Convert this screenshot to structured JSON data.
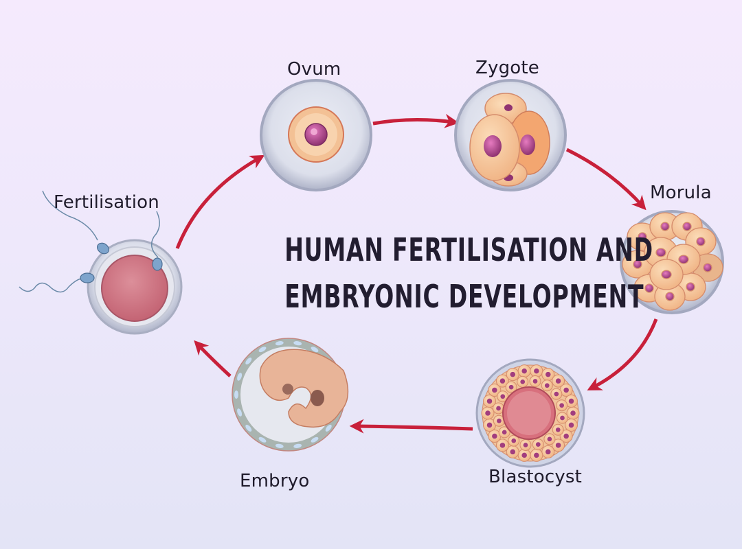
{
  "title": {
    "line1": "HUMAN FERTILISATION AND",
    "line2": "EMBRYONIC DEVELOPMENT"
  },
  "stages": [
    {
      "id": "fertilisation",
      "label": "Fertilisation"
    },
    {
      "id": "ovum",
      "label": "Ovum"
    },
    {
      "id": "zygote",
      "label": "Zygote"
    },
    {
      "id": "morula",
      "label": "Morula"
    },
    {
      "id": "blastocyst",
      "label": "Blastocyst"
    },
    {
      "id": "embryo",
      "label": "Embryo"
    }
  ],
  "cycle_order": [
    "Fertilisation",
    "Ovum",
    "Zygote",
    "Morula",
    "Blastocyst",
    "Embryo",
    "Fertilisation"
  ],
  "colors": {
    "arrow": "#c8203a",
    "text": "#221d30",
    "membrane": "#b9bdd0",
    "cytoplasm": "#f5c598",
    "nucleus": "#a23d7e",
    "egg": "#d4808d"
  }
}
